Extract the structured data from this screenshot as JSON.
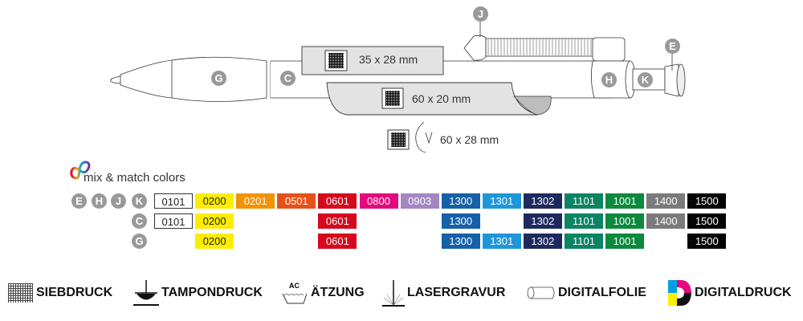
{
  "imprint_areas": [
    {
      "label": "35 x 28 mm",
      "method_icon": "siebdruck-icon"
    },
    {
      "label": "60 x 20 mm",
      "method_icon": "siebdruck-icon"
    },
    {
      "label": "60 x 28 mm",
      "method_icon": "siebdruck-icon",
      "rotation": true
    }
  ],
  "part_labels": {
    "G": "G",
    "C": "C",
    "H": "H",
    "K": "K",
    "J": "J",
    "E": "E"
  },
  "mix_match": {
    "title": "mix & match colors"
  },
  "color_rows": [
    {
      "parts": [
        "E",
        "H",
        "J",
        "K"
      ],
      "colors": [
        {
          "code": "0101",
          "hex": "#ffffff",
          "col": 0
        },
        {
          "code": "0200",
          "hex": "#ffed00",
          "col": 1
        },
        {
          "code": "0201",
          "hex": "#f39200",
          "col": 2
        },
        {
          "code": "0501",
          "hex": "#e6511a",
          "col": 3
        },
        {
          "code": "0601",
          "hex": "#d6081c",
          "col": 4
        },
        {
          "code": "0800",
          "hex": "#e20a7c",
          "col": 5
        },
        {
          "code": "0903",
          "hex": "#a486c1",
          "col": 6
        },
        {
          "code": "1300",
          "hex": "#1560a8",
          "col": 7
        },
        {
          "code": "1301",
          "hex": "#1e97da",
          "col": 8
        },
        {
          "code": "1302",
          "hex": "#1d2a5f",
          "col": 9
        },
        {
          "code": "1101",
          "hex": "#0b8464",
          "col": 10
        },
        {
          "code": "1001",
          "hex": "#0a8a3c",
          "col": 11
        },
        {
          "code": "1400",
          "hex": "#7b7b7b",
          "col": 12
        },
        {
          "code": "1500",
          "hex": "#050505",
          "col": 13
        }
      ]
    },
    {
      "parts": [
        "C"
      ],
      "colors": [
        {
          "code": "0101",
          "hex": "#ffffff",
          "col": 0
        },
        {
          "code": "0200",
          "hex": "#ffed00",
          "col": 1
        },
        {
          "code": "0601",
          "hex": "#d6081c",
          "col": 4
        },
        {
          "code": "1300",
          "hex": "#1560a8",
          "col": 7
        },
        {
          "code": "1302",
          "hex": "#1d2a5f",
          "col": 9
        },
        {
          "code": "1101",
          "hex": "#0b8464",
          "col": 10
        },
        {
          "code": "1001",
          "hex": "#0a8a3c",
          "col": 11
        },
        {
          "code": "1400",
          "hex": "#7b7b7b",
          "col": 12
        },
        {
          "code": "1500",
          "hex": "#050505",
          "col": 13
        }
      ]
    },
    {
      "parts": [
        "G"
      ],
      "colors": [
        {
          "code": "0200",
          "hex": "#ffed00",
          "col": 1
        },
        {
          "code": "0601",
          "hex": "#d6081c",
          "col": 4
        },
        {
          "code": "1300",
          "hex": "#1560a8",
          "col": 7
        },
        {
          "code": "1301",
          "hex": "#1e97da",
          "col": 8
        },
        {
          "code": "1302",
          "hex": "#1d2a5f",
          "col": 9
        },
        {
          "code": "1101",
          "hex": "#0b8464",
          "col": 10
        },
        {
          "code": "1001",
          "hex": "#0a8a3c",
          "col": 11
        },
        {
          "code": "1500",
          "hex": "#050505",
          "col": 13
        }
      ]
    }
  ],
  "legend": [
    {
      "icon": "siebdruck-icon",
      "label": "SIEBDRUCK"
    },
    {
      "icon": "tampondruck-icon",
      "label": "TAMPONDRUCK"
    },
    {
      "icon": "aetzung-icon",
      "label": "ÄTZUNG",
      "icon_text": "AC"
    },
    {
      "icon": "lasergravur-icon",
      "label": "LASERGRAVUR"
    },
    {
      "icon": "digitalfolie-icon",
      "label": "DIGITALFOLIE"
    },
    {
      "icon": "digitaldruck-icon",
      "label": "DIGITALDRUCK"
    }
  ]
}
